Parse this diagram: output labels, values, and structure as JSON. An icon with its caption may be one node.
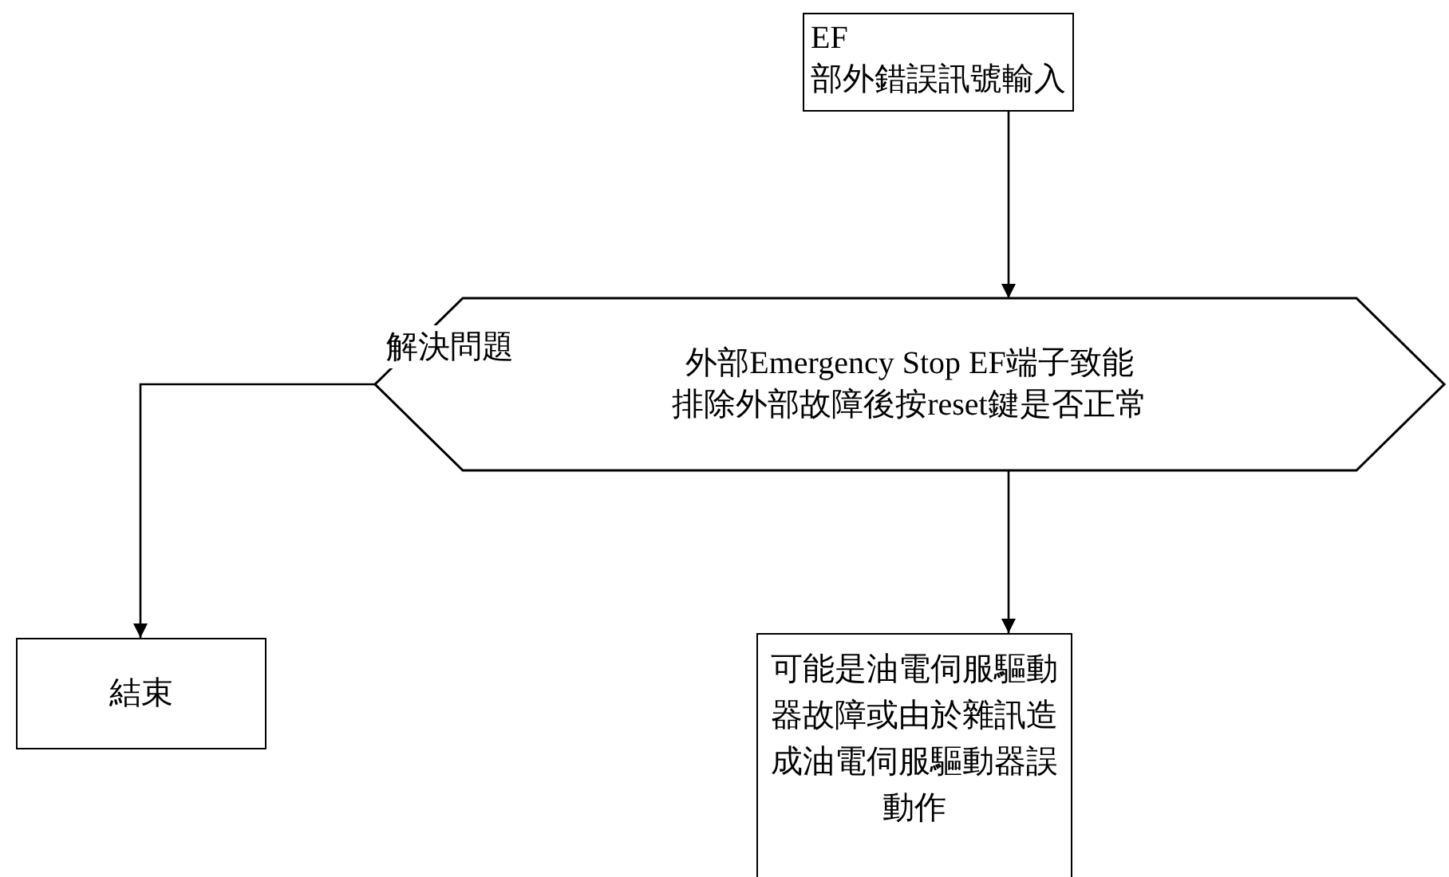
{
  "diagram": {
    "nodes": [
      {
        "text": [
          "EF",
          "部外錯誤訊號輸入"
        ]
      },
      {
        "text": [
          "外部Emergency Stop EF端子致能",
          "排除外部故障後按reset鍵是否正常"
        ]
      },
      {
        "text": [
          "結束"
        ]
      },
      {
        "text": [
          "可能是油電伺服驅動器故障或由於雜訊造成油電伺服驅動器誤動作"
        ]
      }
    ],
    "edges": [
      {
        "from": 0,
        "to": 1,
        "arrow": "to"
      },
      {
        "from": 1,
        "to": 2,
        "arrow": "to",
        "label": "解決問題"
      },
      {
        "from": 1,
        "to": 3,
        "arrow": "to"
      }
    ]
  }
}
